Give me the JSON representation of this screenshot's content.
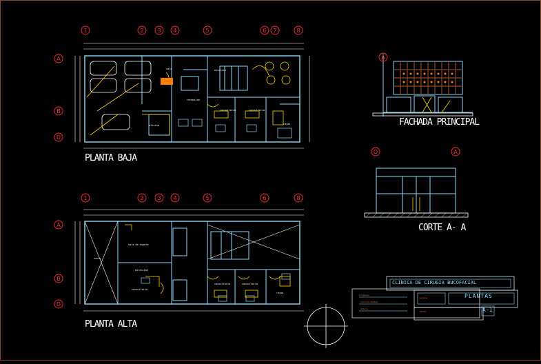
{
  "titles": {
    "planta_baja": "PLANTA BAJA",
    "planta_alta": "PLANTA ALTA",
    "fachada": "FACHADA PRINCIPAL",
    "corte": "CORTE A- A"
  },
  "axes": {
    "columns": [
      "1",
      "2",
      "3",
      "4",
      "5",
      "6",
      "7",
      "8"
    ],
    "columns_alta": [
      "1",
      "2",
      "3",
      "4",
      "5",
      "6",
      "8"
    ],
    "rows": [
      "A",
      "B",
      "D"
    ],
    "corte": [
      "D",
      "A"
    ]
  },
  "title_block": {
    "project": "CLINICA DE CIRUGIA BUCOFACIAL",
    "sheet_title": "PLANTAS",
    "sheet_number": "A-1"
  },
  "colors": {
    "background": "#000000",
    "wall": "#8fd8f8",
    "dimension": "#ffffff",
    "axis": "#ff3030",
    "furniture": "#ffd800",
    "accent": "#ff8000",
    "border": "#8a4a2a"
  }
}
